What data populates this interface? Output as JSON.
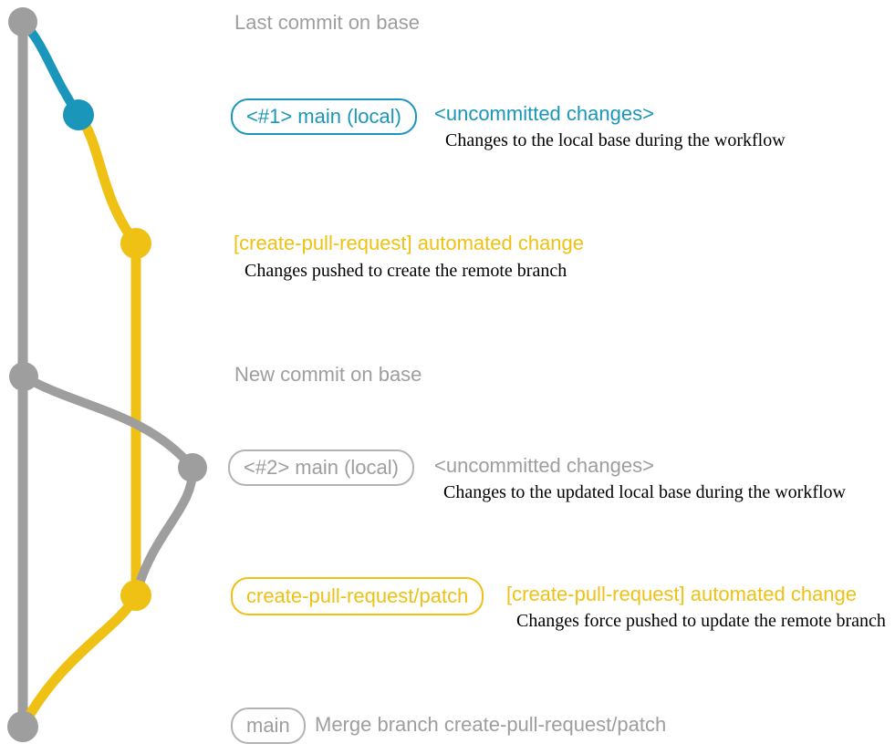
{
  "diagram_title": "create-pull-request workflow git graph",
  "colors": {
    "gray": "#9e9e9e",
    "gray_border": "#b3b3b3",
    "blue": "#1b96bb",
    "yellow": "#eec114",
    "description_text": "#000000",
    "background": "#ffffff"
  },
  "branches": [
    {
      "name": "base",
      "color_key": "gray"
    },
    {
      "name": "main-local",
      "color_key": "blue then gray"
    },
    {
      "name": "create-pull-request/patch",
      "color_key": "yellow"
    }
  ],
  "commits": [
    {
      "name": "last-commit-on-base",
      "label": "Last commit on base"
    },
    {
      "name": "main-local-1",
      "badge": "<#1> main (local)",
      "note": "<uncommitted changes>",
      "description": "Changes to the local base during the workflow"
    },
    {
      "name": "automated-change-commit",
      "label": "[create-pull-request] automated change",
      "description": "Changes pushed to create the remote branch"
    },
    {
      "name": "new-commit-on-base",
      "label": "New commit on base"
    },
    {
      "name": "main-local-2",
      "badge": "<#2> main (local)",
      "note": "<uncommitted changes>",
      "description": "Changes to the updated local base during the workflow"
    },
    {
      "name": "patch-branch-commit",
      "badge": "create-pull-request/patch",
      "label": "[create-pull-request] automated change",
      "description": "Changes force pushed to update the remote branch"
    },
    {
      "name": "merge-commit",
      "badge": "main",
      "label": "Merge branch create-pull-request/patch"
    }
  ]
}
